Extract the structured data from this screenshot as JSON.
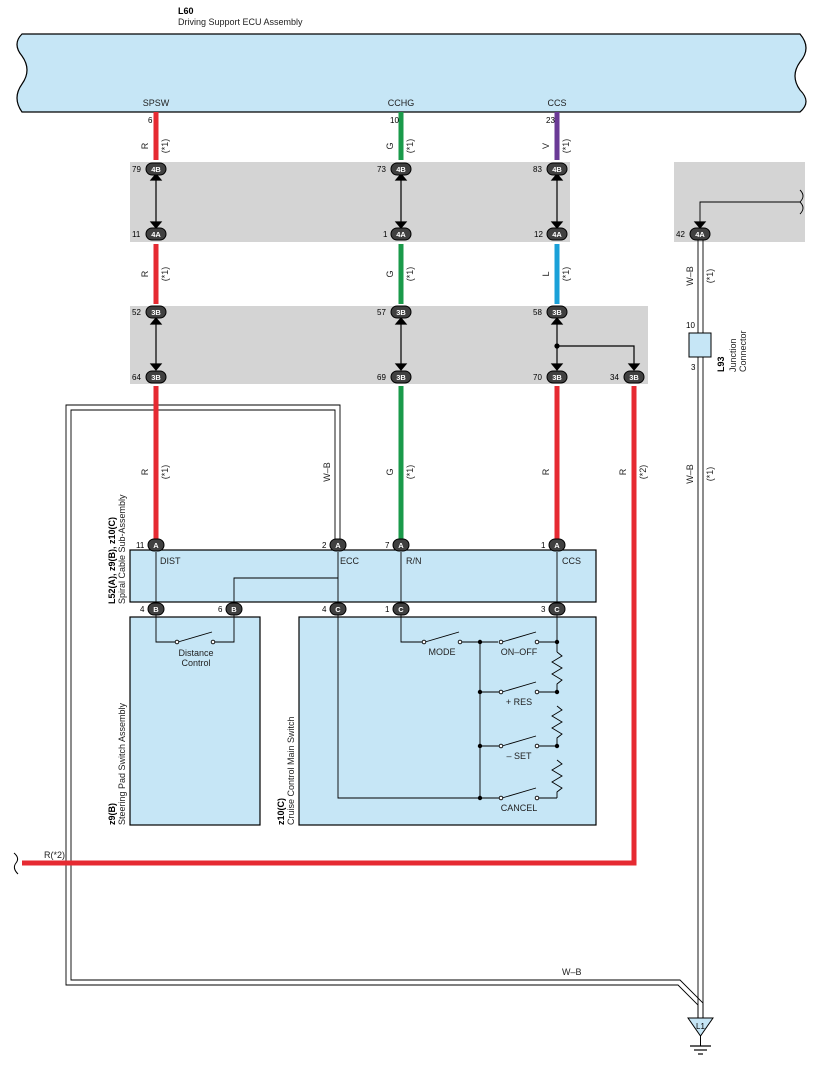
{
  "ecu": {
    "id": "L60",
    "name": "Driving Support ECU Assembly"
  },
  "terminals": {
    "spsw": "SPSW",
    "cchg": "CCHG",
    "ccs": "CCS"
  },
  "pins": {
    "ecu_spsw": "6",
    "ecu_cchg": "10",
    "ecu_ccs": "23",
    "c4b_79": "79",
    "c4b_73": "73",
    "c4b_83": "83",
    "c4a_11": "11",
    "c4a_1": "1",
    "c4a_12": "12",
    "c4a_42": "42",
    "c3b_52": "52",
    "c3b_57": "57",
    "c3b_58": "58",
    "c3b_64": "64",
    "c3b_69": "69",
    "c3b_70": "70",
    "c3b_34": "34",
    "jc_10": "10",
    "jc_3": "3",
    "sp_11": "11",
    "sp_2": "2",
    "sp_7": "7",
    "sp_1": "1",
    "sp_4b": "4",
    "sp_6b": "6",
    "sp_4c": "4",
    "sp_1c": "1",
    "sp_3c": "3"
  },
  "connectors": {
    "c4b": "4B",
    "c4a": "4A",
    "c3b": "3B",
    "a": "A",
    "b": "B",
    "c": "C"
  },
  "wires": {
    "r": "R",
    "g": "G",
    "v": "V",
    "l": "L",
    "wb": "W–B",
    "note1": "(*1)",
    "note2": "(*2)",
    "r_note2": "R(*2)"
  },
  "junction": {
    "id": "L93",
    "name1": "Junction",
    "name2": "Connector"
  },
  "spiral": {
    "id": "L52(A), z9(B), z10(C)",
    "name": "Spiral Cable Sub-Assembly",
    "dist": "DIST",
    "ecc": "ECC",
    "rn": "R/N",
    "ccs": "CCS"
  },
  "steering_pad": {
    "id": "z9(B)",
    "name": "Steering Pad Switch Assembly",
    "switch1": "Distance",
    "switch2": "Control"
  },
  "cruise": {
    "id": "z10(C)",
    "name": "Cruise Control Main Switch",
    "mode": "MODE",
    "onoff": "ON–OFF",
    "res": "+ RES",
    "set": "– SET",
    "cancel": "CANCEL"
  },
  "ground": {
    "id": "L1"
  },
  "colors": {
    "red": "#e62a32",
    "green": "#1a9a4a",
    "violet": "#6a3a96",
    "blue": "#1aa0d8",
    "ecu_fill": "#c6e6f6",
    "connector_band": "#d4d4d4",
    "oval": "#404040"
  }
}
